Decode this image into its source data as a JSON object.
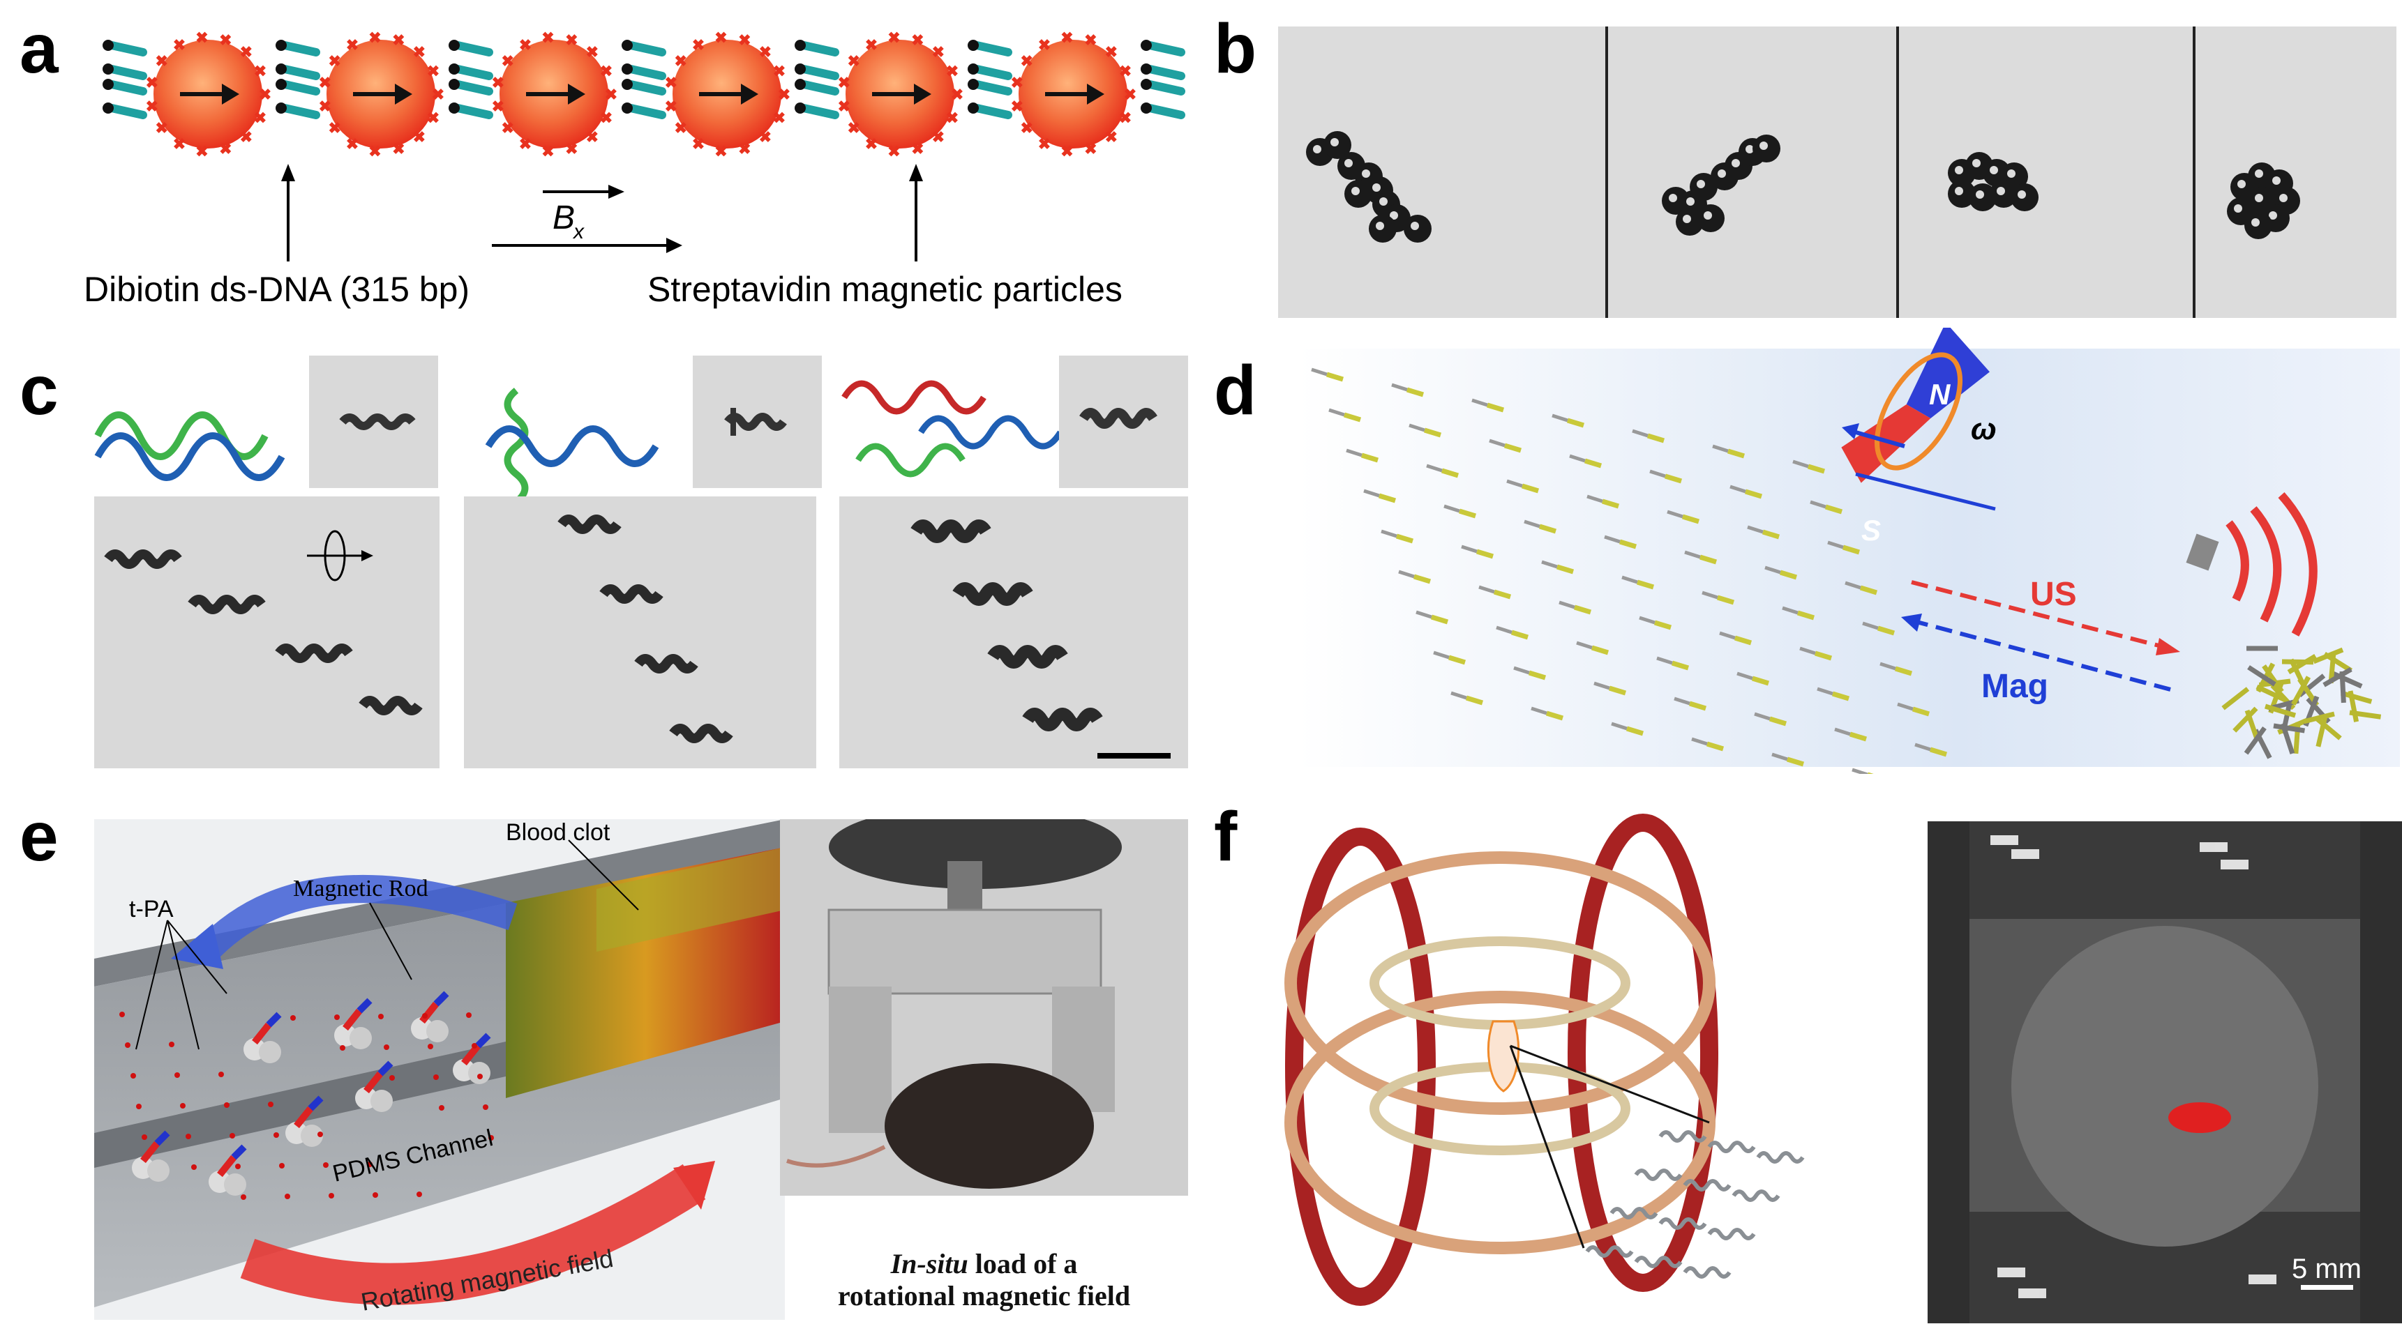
{
  "panels": {
    "a": {
      "letter": "a",
      "dna_label": "Dibiotin ds-DNA (315 bp)",
      "particles_label": "Streptavidin magnetic particles",
      "field_label": "B",
      "field_sub": "x"
    },
    "b": {
      "letter": "b"
    },
    "c": {
      "letter": "c"
    },
    "d": {
      "letter": "d",
      "n_label": "N",
      "s_label": "S",
      "omega_label": "ω",
      "us_label": "US",
      "mag_label": "Mag"
    },
    "e": {
      "letter": "e",
      "blood_clot": "Blood clot",
      "magnetic_rod": "Magnetic Rod",
      "tpa": "t-PA",
      "pdms_channel": "PDMS Channel",
      "rotating_field": "Rotating magnetic field",
      "insitu_italic": "In-situ",
      "insitu_rest": " load of a",
      "insitu_line2": "rotational magnetic field"
    },
    "f": {
      "letter": "f",
      "scale_bar": "5 mm"
    }
  },
  "colors": {
    "particle_red": "#e8321e",
    "dna_teal": "#1fa0a0",
    "helix_blue": "#1f5fb3",
    "helix_green": "#3fb34a",
    "helix_red": "#c62828",
    "coil_red": "#a82222",
    "coil_tan": "#d9a27a"
  }
}
